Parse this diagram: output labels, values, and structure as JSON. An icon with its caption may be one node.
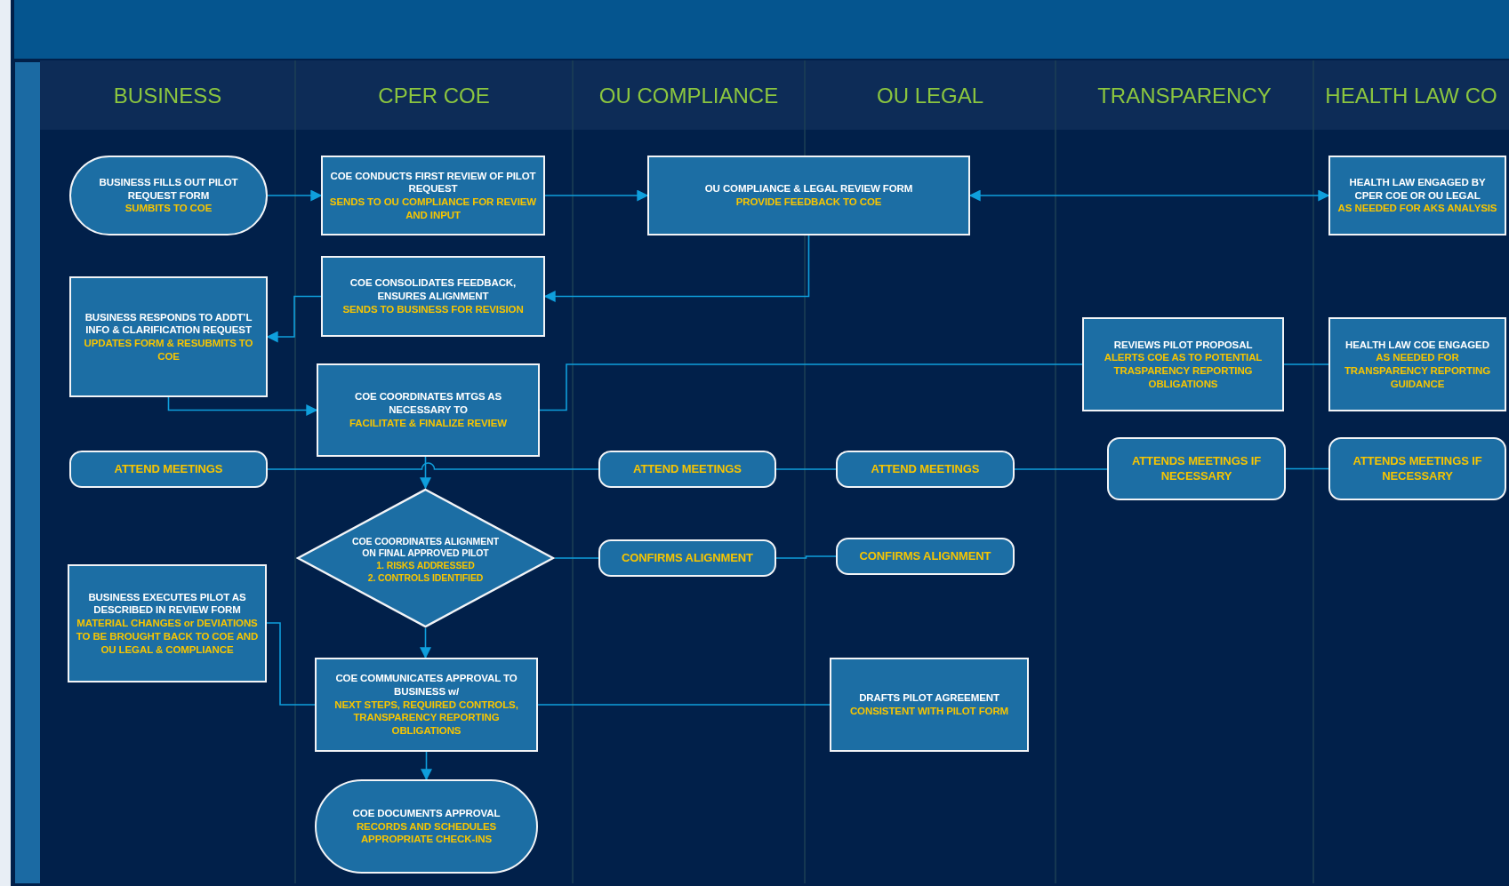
{
  "diagram": {
    "nodes": [
      {
        "text": [
          "BUSINESS FILLS OUT PILOT REQUEST FORM",
          "SUMBITS TO COE"
        ]
      },
      {
        "text": [
          "COE CONDUCTS FIRST REVIEW OF PILOT REQUEST",
          "SENDS TO OU COMPLIANCE FOR REVIEW AND INPUT"
        ]
      },
      {
        "text": [
          "OU COMPLIANCE & LEGAL REVIEW FORM",
          "PROVIDE FEEDBACK TO COE"
        ]
      },
      {
        "text": [
          "HEALTH LAW ENGAGED BY CPER COE OR OU LEGAL",
          "AS NEEDED FOR AKS ANALYSIS"
        ]
      },
      {
        "text": [
          "COE CONSOLIDATES FEEDBACK, ENSURES ALIGNMENT",
          "SENDS TO BUSINESS FOR REVISION"
        ]
      },
      {
        "text": [
          "BUSINESS RESPONDS TO ADDT’L INFO & CLARIFICATION REQUEST",
          "UPDATES FORM & RESUBMITS TO COE"
        ]
      },
      {
        "text": [
          "COE COORDINATES MTGS AS NECESSARY TO",
          "FACILITATE & FINALIZE REVIEW"
        ]
      },
      {
        "text": [
          "REVIEWS PILOT PROPOSAL",
          "ALERTS COE AS TO POTENTIAL TRASPARENCY REPORTING OBLIGATIONS"
        ]
      },
      {
        "text": [
          "HEALTH LAW COE ENGAGED",
          "AS NEEDED FOR TRANSPARENCY REPORTING GUIDANCE"
        ]
      },
      {
        "text": [
          "ATTEND MEETINGS"
        ]
      },
      {
        "text": [
          "ATTEND MEETINGS"
        ]
      },
      {
        "text": [
          "ATTEND MEETINGS"
        ]
      },
      {
        "text": [
          "ATTENDS MEETINGS IF NECESSARY"
        ]
      },
      {
        "text": [
          "ATTENDS MEETINGS IF NECESSARY"
        ]
      },
      {
        "text": [
          "COE COORDINATES ALIGNMENT ON FINAL APPROVED PILOT",
          "1. RISKS ADDRESSED",
          "2. CONTROLS IDENTIFIED"
        ]
      },
      {
        "text": [
          "CONFIRMS ALIGNMENT"
        ]
      },
      {
        "text": [
          "CONFIRMS ALIGNMENT"
        ]
      },
      {
        "text": [
          "BUSINESS EXECUTES PILOT AS DESCRIBED IN REVIEW FORM",
          "MATERIAL CHANGES or DEVIATIONS TO BE BROUGHT BACK TO COE AND OU LEGAL & COMPLIANCE"
        ]
      },
      {
        "text": [
          "COE COMMUNICATES APPROVAL TO BUSINESS w/",
          "NEXT STEPS, REQUIRED CONTROLS, TRANSPARENCY REPORTING OBLIGATIONS"
        ]
      },
      {
        "text": [
          "DRAFTS PILOT AGREEMENT",
          "CONSISTENT WITH PILOT FORM"
        ]
      },
      {
        "text": [
          "COE DOCUMENTS APPROVAL",
          "RECORDS AND SCHEDULES APPROPRIATE CHECK-INS"
        ]
      }
    ],
    "edges": [
      {
        "from": 0,
        "to": 1,
        "arrow": "to"
      },
      {
        "from": 1,
        "to": 2,
        "arrow": "to"
      },
      {
        "from": 2,
        "to": 3,
        "arrow": "both"
      },
      {
        "from": 2,
        "to": 4,
        "arrow": "to"
      },
      {
        "from": 4,
        "to": 5,
        "arrow": "to"
      },
      {
        "from": 5,
        "to": 6,
        "arrow": "to"
      },
      {
        "from": 6,
        "to": 7,
        "arrow": "none"
      },
      {
        "from": 7,
        "to": 8,
        "arrow": "none"
      },
      {
        "from": 9,
        "to": 10,
        "arrow": "none"
      },
      {
        "from": 10,
        "to": 11,
        "arrow": "none"
      },
      {
        "from": 11,
        "to": 12,
        "arrow": "none"
      },
      {
        "from": 12,
        "to": 13,
        "arrow": "none"
      },
      {
        "from": 6,
        "to": 14,
        "arrow": "to"
      },
      {
        "from": 14,
        "to": 15,
        "arrow": "none"
      },
      {
        "from": 15,
        "to": 16,
        "arrow": "none"
      },
      {
        "from": 14,
        "to": 18,
        "arrow": "to"
      },
      {
        "from": 17,
        "to": 18,
        "arrow": "none"
      },
      {
        "from": 18,
        "to": 19,
        "arrow": "none"
      },
      {
        "from": 18,
        "to": 20,
        "arrow": "to"
      }
    ],
    "labels": [
      "BUSINESS",
      "CPER COE",
      "OU COMPLIANCE",
      "OU LEGAL",
      "TRANSPARENCY",
      "HEALTH LAW CO"
    ]
  }
}
